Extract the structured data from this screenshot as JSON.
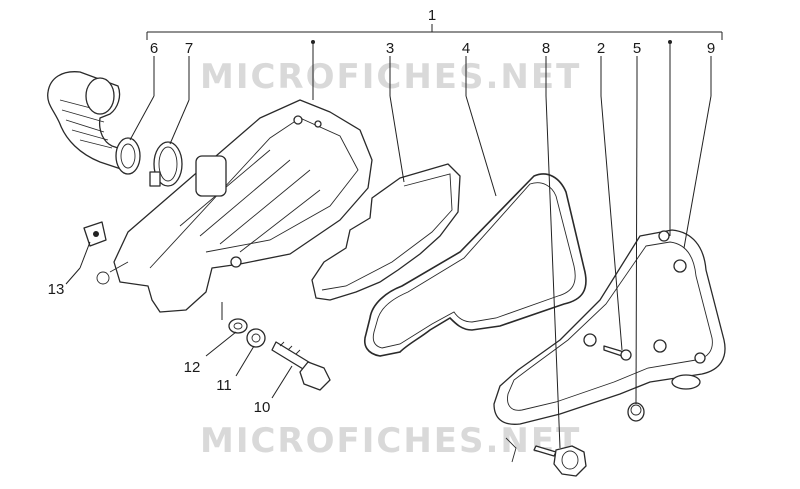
{
  "watermark": {
    "top_text": "MICROFICHES.NET",
    "bottom_text": "MICROFICHES.NET"
  },
  "callouts": {
    "n1": "1",
    "n2": "2",
    "n3": "3",
    "n4": "4",
    "n5": "5",
    "n6": "6",
    "n7": "7",
    "n8": "8",
    "n9": "9",
    "n10": "10",
    "n11": "11",
    "n12": "12",
    "n13": "13"
  }
}
